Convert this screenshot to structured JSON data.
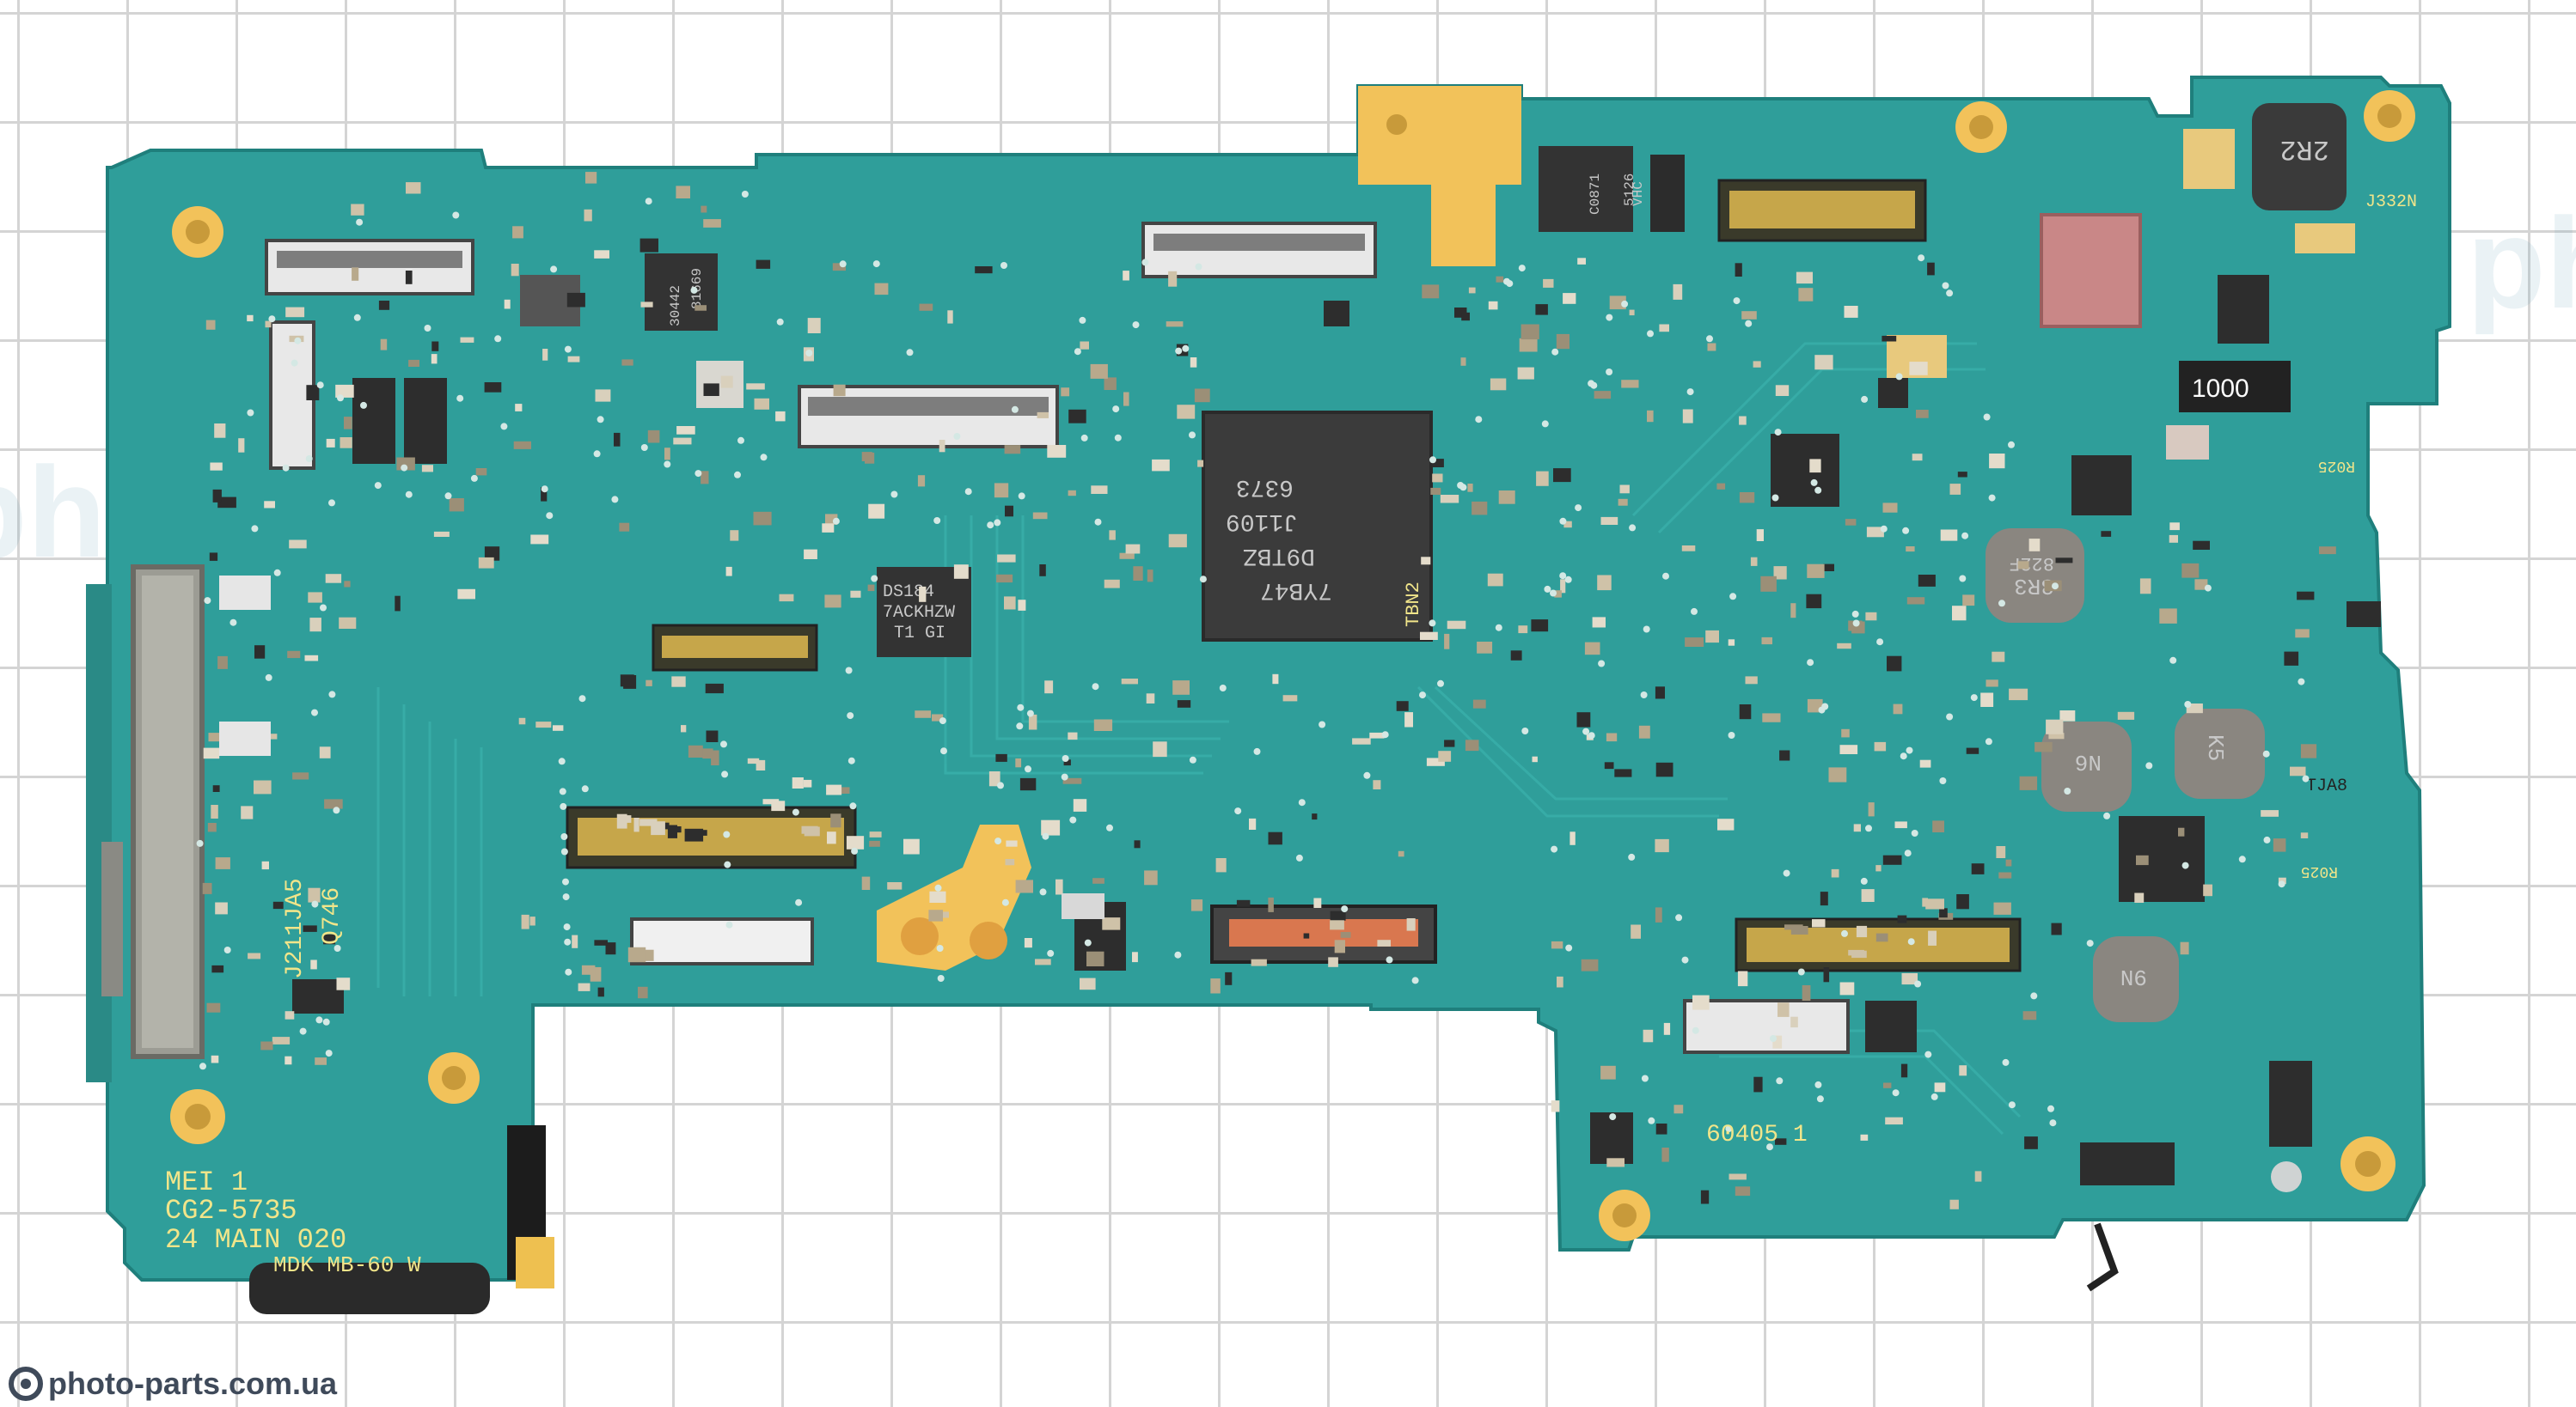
{
  "watermark": {
    "site": "photo-parts.com.ua",
    "logo_icon": "photo-parts-logo-icon"
  },
  "board": {
    "color": "#2f9e9a",
    "pad_color": "#f2c25a",
    "silkscreen": {
      "line1": "MEI 1",
      "line2": "CG2-5735",
      "line3": "24 MAIN 020",
      "line4": "MDK MB-60 W",
      "vertical_a": "J211JA5",
      "vertical_b": "Q746",
      "bottom_code": "60405   1"
    },
    "chips": {
      "main_processor": {
        "line1": "7YB47",
        "line2": "D9TBZ",
        "line3": "J1109",
        "line4": "6373",
        "side": "TBN2"
      },
      "ds184": {
        "line1": "DS184",
        "line2": "7ACKHZW",
        "line3": "T1 GI"
      },
      "chip_left_small": {
        "line1": "30442",
        "line2": "81669"
      },
      "chip_top_mid": {
        "line1": "C0871",
        "line2": "5126",
        "line3": "VHC"
      },
      "resistor_1000": "1000",
      "inductor_2r2": "2R2",
      "inductor_3r3": {
        "line1": "3R3",
        "line2": "822F"
      },
      "inductor_n6": "N6",
      "inductor_k5": "K5",
      "inductor_9n": "9N",
      "label_j332n": "J332N",
      "label_tja8": "TJA8",
      "label_r025": "R025",
      "label_r025b": "R025"
    }
  }
}
